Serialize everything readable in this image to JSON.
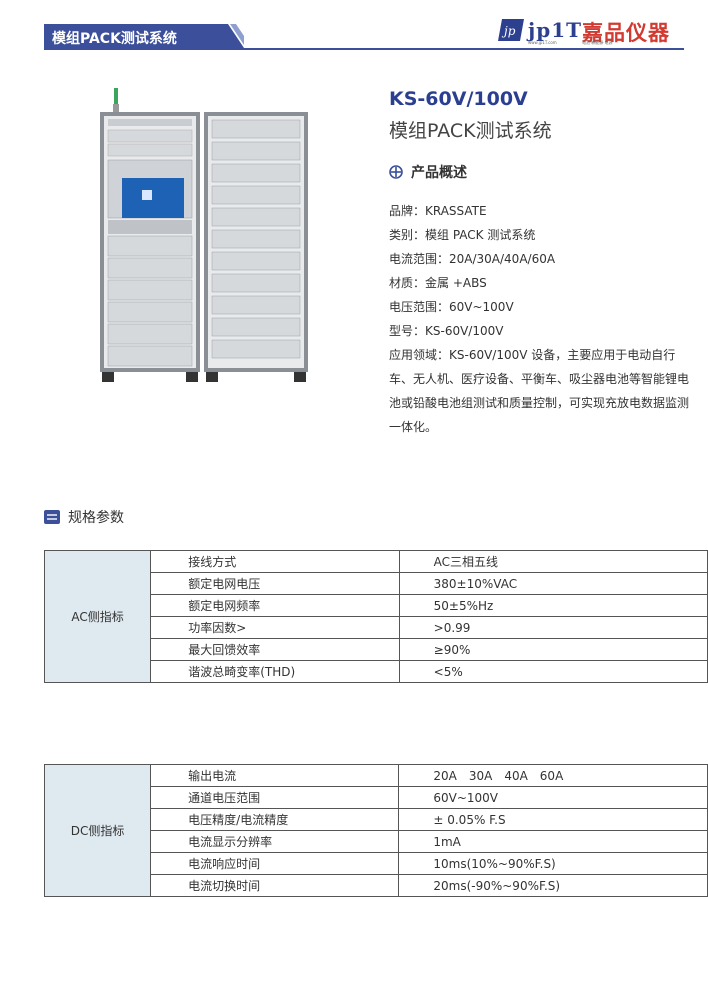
{
  "header": {
    "title": "模组PACK测试系统"
  },
  "logo": {
    "brand": "jp1T",
    "name_cn": "嘉品仪器",
    "url": "www.jp1T.com",
    "tagline": "电池·新能源·电源"
  },
  "product": {
    "model": "KS-60V/100V",
    "subtitle": "模组PACK测试系统",
    "overview_heading": "产品概述",
    "specs": [
      "品牌：KRASSATE",
      "类别：模组 PACK 测试系统",
      "电流范围：20A/30A/40A/60A",
      "材质：金属 +ABS",
      "电压范围：60V~100V",
      "型号：KS-60V/100V"
    ],
    "description": "应用领域：KS-60V/100V 设备，主要应用于电动自行车、无人机、医疗设备、平衡车、吸尘器电池等智能锂电池或铅酸电池组测试和质量控制，可实现充放电数据监测一体化。"
  },
  "spec_section": {
    "heading": "规格参数"
  },
  "ac_table": {
    "group": "AC侧指标",
    "rows": [
      [
        "接线方式",
        "AC三相五线"
      ],
      [
        "额定电网电压",
        "380±10%VAC"
      ],
      [
        "额定电网频率",
        "50±5%Hz"
      ],
      [
        "功率因数>",
        ">0.99"
      ],
      [
        "最大回馈效率",
        "≥90%"
      ],
      [
        "谐波总畸变率(THD)",
        "<5%"
      ]
    ]
  },
  "dc_table": {
    "group": "DC侧指标",
    "rows": [
      [
        "输出电流",
        "20A　30A　40A　60A"
      ],
      [
        "通道电压范围",
        "60V~100V"
      ],
      [
        "电压精度/电流精度",
        "± 0.05% F.S"
      ],
      [
        "电流显示分辨率",
        "1mA"
      ],
      [
        "电流响应时间",
        "10ms(10%~90%F.S)"
      ],
      [
        "电流切换时间",
        "20ms(-90%~90%F.S)"
      ]
    ]
  },
  "colors": {
    "accent": "#3b4f9a",
    "brand_red": "#d23a31",
    "group_bg": "#dfe9f0"
  }
}
